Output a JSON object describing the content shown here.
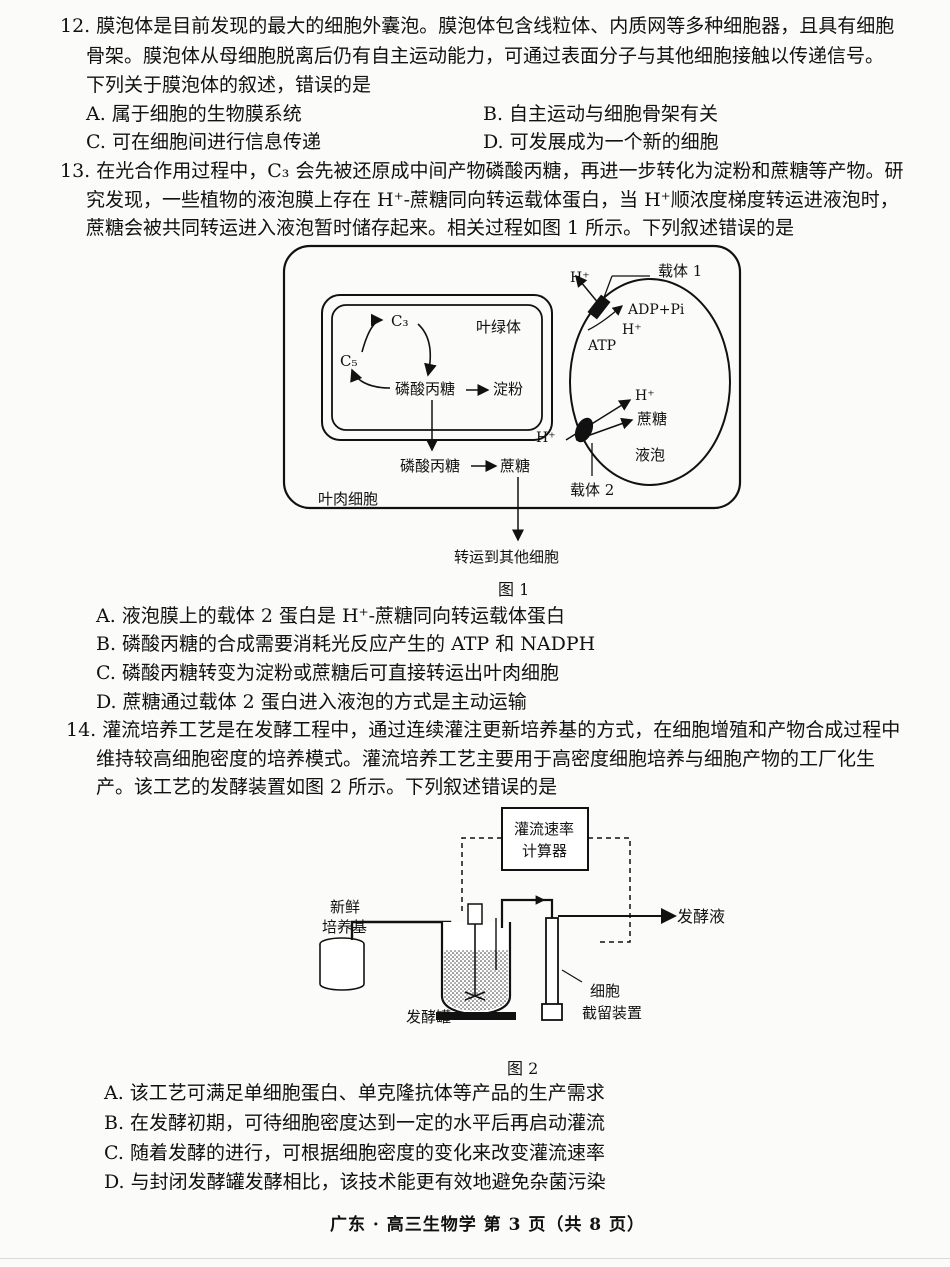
{
  "q12": {
    "lines": [
      "12. 膜泡体是目前发现的最大的细胞外囊泡。膜泡体包含线粒体、内质网等多种细胞器，且具有细胞",
      "骨架。膜泡体从母细胞脱离后仍有自主运动能力，可通过表面分子与其他细胞接触以传递信号。",
      "下列关于膜泡体的叙述，错误的是"
    ],
    "options": {
      "A": "A. 属于细胞的生物膜系统",
      "B": "B. 自主运动与细胞骨架有关",
      "C": "C. 可在细胞间进行信息传递",
      "D": "D. 可发展成为一个新的细胞"
    }
  },
  "q13": {
    "lines": [
      "13. 在光合作用过程中，C₃ 会先被还原成中间产物磷酸丙糖，再进一步转化为淀粉和蔗糖等产物。研",
      "究发现，一些植物的液泡膜上存在 H⁺-蔗糖同向转运载体蛋白，当 H⁺顺浓度梯度转运进液泡时，",
      "蔗糖会被共同转运进入液泡暂时储存起来。相关过程如图 1 所示。下列叙述错误的是"
    ],
    "figure": {
      "caption": "图 1",
      "c3": "C₃",
      "c5": "C₅",
      "chloroplast": "叶绿体",
      "tp_inner": "磷酸丙糖",
      "starch": "淀粉",
      "tp_outer": "磷酸丙糖",
      "sucrose_outer": "蔗糖",
      "mesophyll": "叶肉细胞",
      "transport_out": "转运到其他细胞",
      "vacuole": "液泡",
      "carrier1": "载体 1",
      "carrier2": "载体 2",
      "hplus_top": "H⁺",
      "adp": "ADP+Pi",
      "hplus_adp": "H⁺",
      "atp": "ATP",
      "hplus_in": "H⁺",
      "hplus_out": "H⁺",
      "sucrose_in": "蔗糖"
    },
    "options": {
      "A": "A. 液泡膜上的载体 2 蛋白是 H⁺-蔗糖同向转运载体蛋白",
      "B": "B. 磷酸丙糖的合成需要消耗光反应产生的 ATP 和 NADPH",
      "C": "C. 磷酸丙糖转变为淀粉或蔗糖后可直接转运出叶肉细胞",
      "D": "D. 蔗糖通过载体 2 蛋白进入液泡的方式是主动运输"
    }
  },
  "q14": {
    "lines": [
      "14. 灌流培养工艺是在发酵工程中，通过连续灌注更新培养基的方式，在细胞增殖和产物合成过程中",
      "维持较高细胞密度的培养模式。灌流培养工艺主要用于高密度细胞培养与细胞产物的工厂化生",
      "产。该工艺的发酵装置如图 2 所示。下列叙述错误的是"
    ],
    "figure": {
      "caption": "图 2",
      "calc_line1": "灌流速率",
      "calc_line2": "计算器",
      "fresh_line1": "新鲜",
      "fresh_line2": "培养基",
      "fermenter": "发酵罐",
      "retention_line1": "细胞",
      "retention_line2": "截留装置",
      "broth": "发酵液"
    },
    "options": {
      "A": "A. 该工艺可满足单细胞蛋白、单克隆抗体等产品的生产需求",
      "B": "B. 在发酵初期，可待细胞密度达到一定的水平后再启动灌流",
      "C": "C. 随着发酵的进行，可根据细胞密度的变化来改变灌流速率",
      "D": "D. 与封闭发酵罐发酵相比，该技术能更有效地避免杂菌污染"
    }
  },
  "footer": "广东 · 高三生物学   第 3 页（共 8 页）"
}
